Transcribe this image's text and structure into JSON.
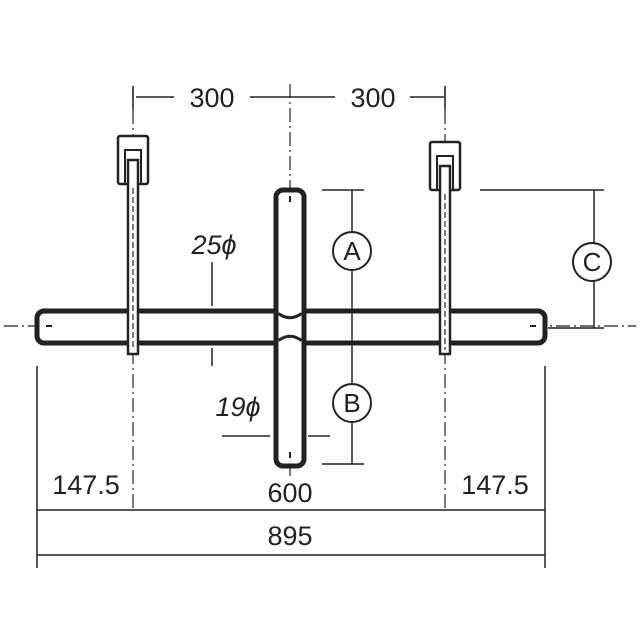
{
  "dimensions": {
    "top_left_spacing": "300",
    "top_right_spacing": "300",
    "pipe_large_diameter": "25ϕ",
    "pipe_small_diameter": "19ϕ",
    "left_overhang": "147.5",
    "center_span": "600",
    "right_overhang": "147.5",
    "overall_length": "895"
  },
  "callouts": {
    "a": "A",
    "b": "B",
    "c": "C"
  },
  "colors": {
    "line": "#222222",
    "pipe_fill": "#ffffff"
  }
}
